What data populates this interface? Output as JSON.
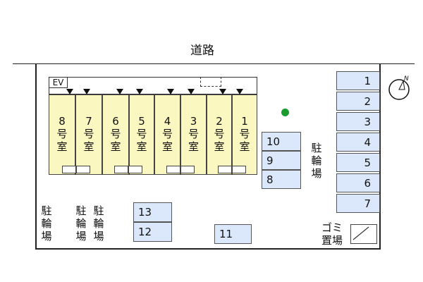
{
  "road": {
    "label": "道路"
  },
  "building": {
    "ev_label": "EV",
    "units": [
      {
        "number": "8",
        "char1": "号",
        "char2": "室"
      },
      {
        "number": "7",
        "char1": "号",
        "char2": "室"
      },
      {
        "number": "6",
        "char1": "号",
        "char2": "室"
      },
      {
        "number": "5",
        "char1": "号",
        "char2": "室"
      },
      {
        "number": "4",
        "char1": "号",
        "char2": "室"
      },
      {
        "number": "3",
        "char1": "号",
        "char2": "室"
      },
      {
        "number": "2",
        "char1": "号",
        "char2": "室"
      },
      {
        "number": "1",
        "char1": "号",
        "char2": "室"
      }
    ]
  },
  "parking_right": [
    "1",
    "2",
    "3",
    "4",
    "5",
    "6",
    "7"
  ],
  "parking_middle": [
    "10",
    "9",
    "8"
  ],
  "parking_bottom": [
    "13",
    "12",
    "11"
  ],
  "bike_parking": {
    "c1": "駐",
    "c2": "輪",
    "c3": "場"
  },
  "trash": {
    "line1": "ゴミ",
    "line2": "置場"
  },
  "compass": {
    "north_label": "N"
  },
  "colors": {
    "unit_fill": "#fbf7c0",
    "parking_fill": "#dbe8fb",
    "tree": "#1a9b30"
  }
}
